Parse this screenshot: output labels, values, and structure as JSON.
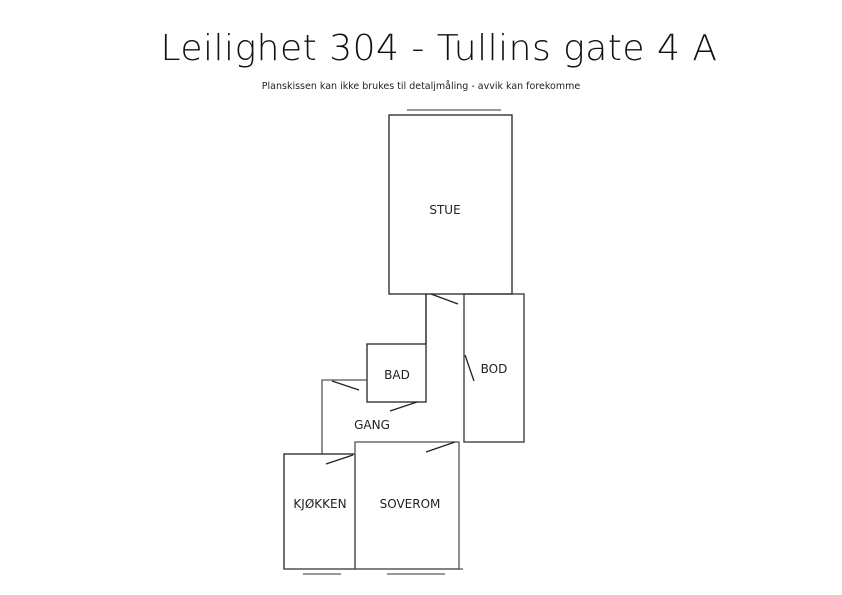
{
  "title": "Leilighet 304 - Tullins gate 4 A",
  "subtitle": "Planskissen kan ikke brukes til detaljmåling - avvik kan forekomme",
  "rooms": {
    "stue": "STUE",
    "bod": "BOD",
    "bad": "BAD",
    "gang": "GANG",
    "kjokken": "KJØKKEN",
    "soverom": "SOVEROM"
  }
}
